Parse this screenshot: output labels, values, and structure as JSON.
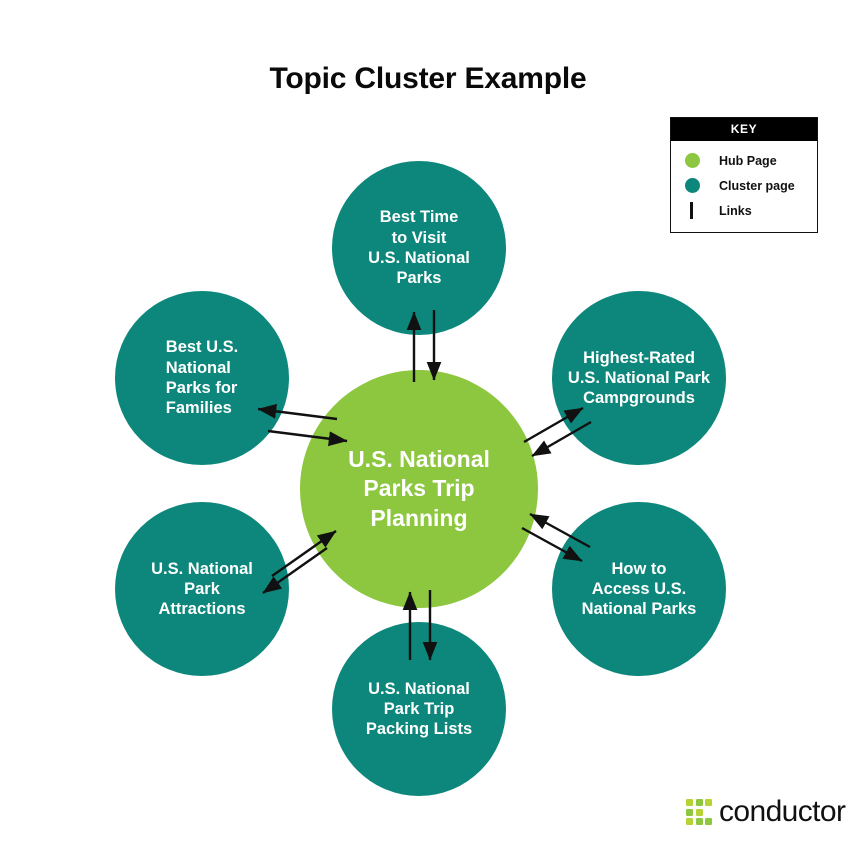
{
  "page": {
    "title": "Topic Cluster Example",
    "background": "#FFFFFF"
  },
  "colors": {
    "hub_green": "#8DC63F",
    "cluster_teal": "#0D877B",
    "arrow_black": "#111111",
    "legend_header_bg": "#000000",
    "text_white": "#FFFFFF",
    "title_black": "#0A0A0A"
  },
  "legend": {
    "header": "KEY",
    "items": [
      {
        "marker": "green-dot-icon",
        "label": "Hub Page",
        "color": "#8DC63F"
      },
      {
        "marker": "teal-dot-icon",
        "label": "Cluster page",
        "color": "#0D877B"
      },
      {
        "marker": "vertical-bar-icon",
        "label": "Links",
        "color": "#111111"
      }
    ]
  },
  "diagram": {
    "type": "hub-and-spoke",
    "hub": {
      "id": "hub",
      "label": "U.S. National\nParks Trip\nPlanning",
      "role": "Hub Page",
      "color": "#8DC63F"
    },
    "clusters": [
      {
        "id": "node-top",
        "label": "Best Time\nto Visit\nU.S. National\nParks",
        "role": "Cluster page",
        "color": "#0D877B",
        "position": "top"
      },
      {
        "id": "node-topright",
        "label": "Highest-Rated\nU.S. National Park\nCampgrounds",
        "role": "Cluster page",
        "color": "#0D877B",
        "position": "top-right"
      },
      {
        "id": "node-botright",
        "label": "How to\nAccess U.S.\nNational Parks",
        "role": "Cluster page",
        "color": "#0D877B",
        "position": "bottom-right"
      },
      {
        "id": "node-bottom",
        "label": "U.S. National\nPark Trip\nPacking Lists",
        "role": "Cluster page",
        "color": "#0D877B",
        "position": "bottom"
      },
      {
        "id": "node-botleft",
        "label": "U.S. National\nPark\nAttractions",
        "role": "Cluster page",
        "color": "#0D877B",
        "position": "bottom-left"
      },
      {
        "id": "node-topleft",
        "label": "Best U.S.\nNational\nParks for\nFamilies",
        "role": "Cluster page",
        "color": "#0D877B",
        "position": "top-left"
      }
    ],
    "links": [
      {
        "between": [
          "hub",
          "node-top"
        ],
        "direction": "bidirectional",
        "style": "double-arrow"
      },
      {
        "between": [
          "hub",
          "node-topright"
        ],
        "direction": "bidirectional",
        "style": "double-arrow"
      },
      {
        "between": [
          "hub",
          "node-botright"
        ],
        "direction": "bidirectional",
        "style": "double-arrow"
      },
      {
        "between": [
          "hub",
          "node-bottom"
        ],
        "direction": "bidirectional",
        "style": "double-arrow"
      },
      {
        "between": [
          "hub",
          "node-botleft"
        ],
        "direction": "bidirectional",
        "style": "double-arrow"
      },
      {
        "between": [
          "hub",
          "node-topleft"
        ],
        "direction": "bidirectional",
        "style": "double-arrow"
      }
    ]
  },
  "footer": {
    "brand": "conductor",
    "mark": "dot-grid-icon"
  }
}
